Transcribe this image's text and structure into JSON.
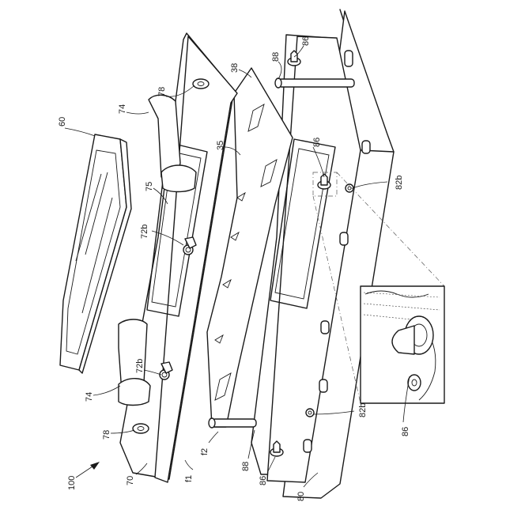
{
  "figure": {
    "labels": {
      "assembly": "100",
      "box": "60",
      "plate_upper": "70",
      "handle_left": "74",
      "handle_right": "74",
      "recess": "75",
      "pin_l": "78",
      "pin_r": "78",
      "fitting_a": "72b",
      "fitting_b": "72b",
      "sheet": "35",
      "sheet_edge": "38",
      "plate_lower": "80",
      "spacer_a": "82b",
      "spacer_b": "82b",
      "post_a": "88",
      "post_b": "88",
      "guide_a": "86",
      "guide_b": "86",
      "guide_c": "86",
      "guide_detail": "86",
      "face_1": "f1",
      "face_2": "f2"
    }
  }
}
